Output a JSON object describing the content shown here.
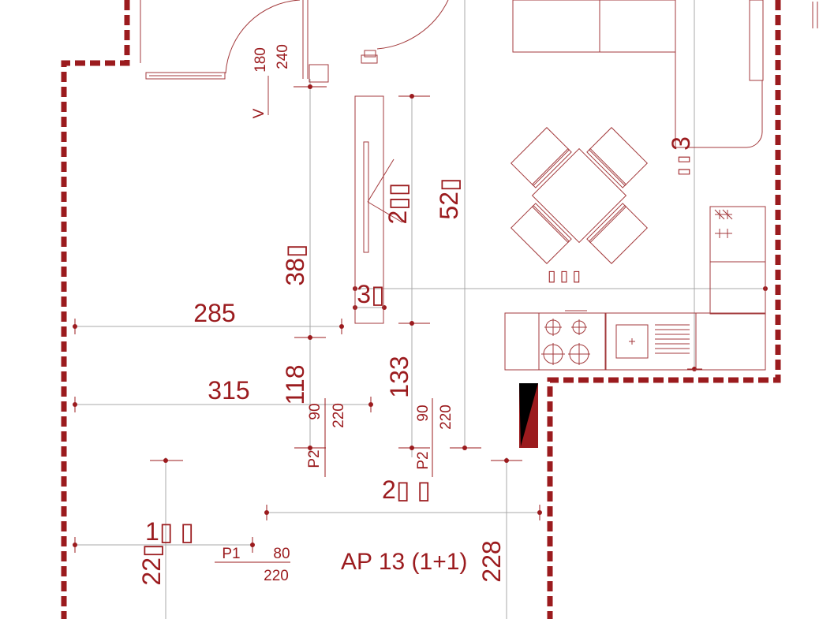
{
  "plan": {
    "apartment_label": "AP 13 (1+1)",
    "ceiling_height_mark": "V",
    "colors": {
      "wall": "#9b1b1e",
      "line": "#a33a3c",
      "dim_line": "#a8a8a8",
      "dim_text": "#9b1b1e"
    },
    "dimensions": {
      "d285": "285",
      "d315": "315",
      "d380": "38▯",
      "d118": "118",
      "d133": "133",
      "d520": "52▯",
      "d2x": "2▯▯",
      "d30": "3▯",
      "d2xx": "2▯ ▯",
      "d1xx": "1▯ ▯",
      "d220": "22▯",
      "d228": "228",
      "d3": "3",
      "dxx3": "▯ ▯",
      "dxxx": "▯ ▯ ▯"
    },
    "openings": {
      "top_window_w": "180",
      "top_window_h": "240",
      "p2a_name": "P2",
      "p2a_w": "90",
      "p2a_h": "220",
      "p2b_name": "P2",
      "p2b_w": "90",
      "p2b_h": "220",
      "p1_name": "P1",
      "p1_w": "80",
      "p1_h": "220"
    }
  }
}
